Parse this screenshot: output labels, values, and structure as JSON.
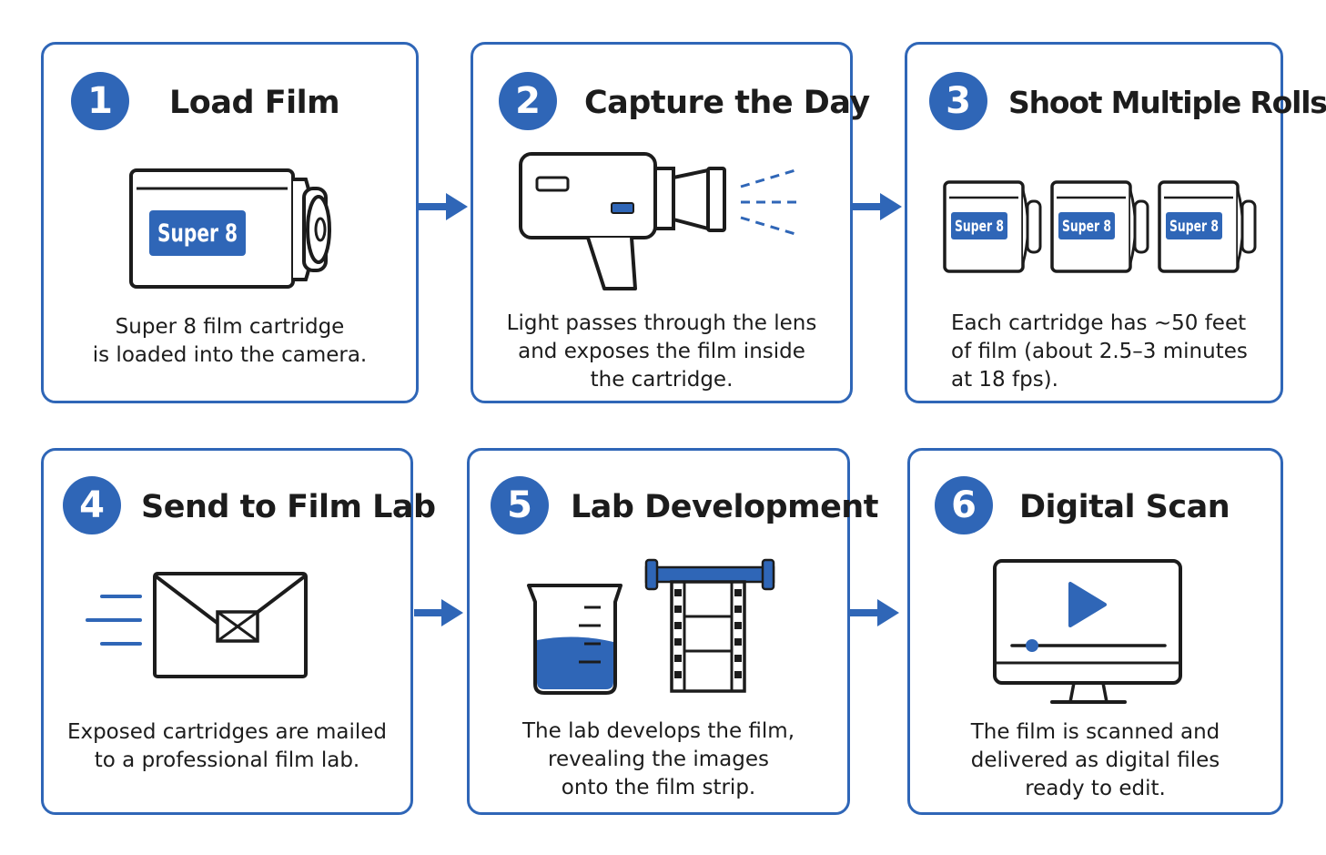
{
  "colors": {
    "accent": "#2f66b7",
    "ink": "#1c1c1c",
    "background": "#ffffff"
  },
  "steps": [
    {
      "number": "1",
      "title": "Load Film",
      "icon": "film-cartridge-icon",
      "label": "Super 8",
      "description": [
        "Super 8 film cartridge",
        "is loaded into the camera."
      ]
    },
    {
      "number": "2",
      "title": "Capture the Day",
      "icon": "movie-camera-icon",
      "description": [
        "Light passes through the lens",
        "and exposes the film inside",
        "the cartridge."
      ]
    },
    {
      "number": "3",
      "title": "Shoot Multiple Rolls",
      "icon": "multiple-cartridges-icon",
      "labels": [
        "Super 8",
        "Super 8",
        "Super 8"
      ],
      "description": [
        "Each cartridge has ~50 feet",
        "of film (about 2.5–3 minutes",
        "at 18 fps)."
      ]
    },
    {
      "number": "4",
      "title": "Send to Film Lab",
      "icon": "envelope-icon",
      "description": [
        "Exposed cartridges are mailed",
        "to a professional film lab."
      ]
    },
    {
      "number": "5",
      "title": "Lab Development",
      "icon": "beaker-and-film-strip-icon",
      "description": [
        "The lab develops the film,",
        "revealing the images",
        "onto the film strip."
      ]
    },
    {
      "number": "6",
      "title": "Digital Scan",
      "icon": "monitor-play-icon",
      "description": [
        "The film is scanned and",
        "delivered as digital files",
        "ready to edit."
      ]
    }
  ]
}
